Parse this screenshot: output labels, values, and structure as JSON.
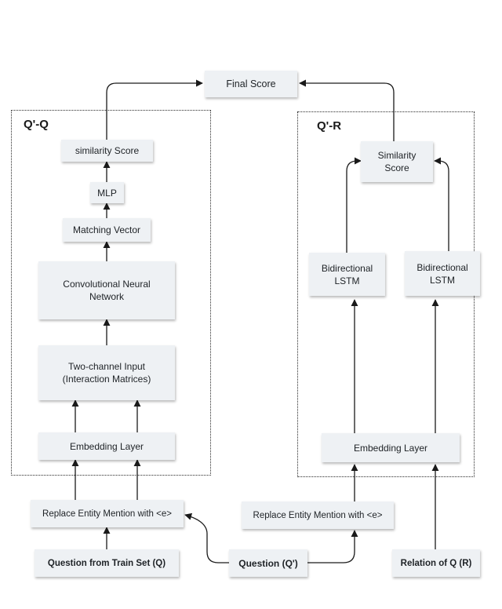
{
  "groups": {
    "left_label": "Q'-Q",
    "right_label": "Q'-R"
  },
  "nodes": {
    "final_score": "Final Score",
    "similarity_score_left": "similarity Score",
    "mlp": "MLP",
    "matching_vector": "Matching Vector",
    "cnn": "Convolutional Neural\nNetwork",
    "two_channel_input": "Two-channel Input\n(Interaction Matrices)",
    "embedding_left": "Embedding Layer",
    "replace_left": "Replace Entity Mention with <e>",
    "question_train": "Question from Train Set (Q)",
    "question_prime": "Question (Q')",
    "replace_right": "Replace Entity Mention with <e>",
    "relation": "Relation of Q (R)",
    "similarity_score_right": "Similarity\nScore",
    "bilstm_1": "Bidirectional\nLSTM",
    "bilstm_2": "Bidirectional\nLSTM",
    "embedding_right": "Embedding Layer"
  }
}
